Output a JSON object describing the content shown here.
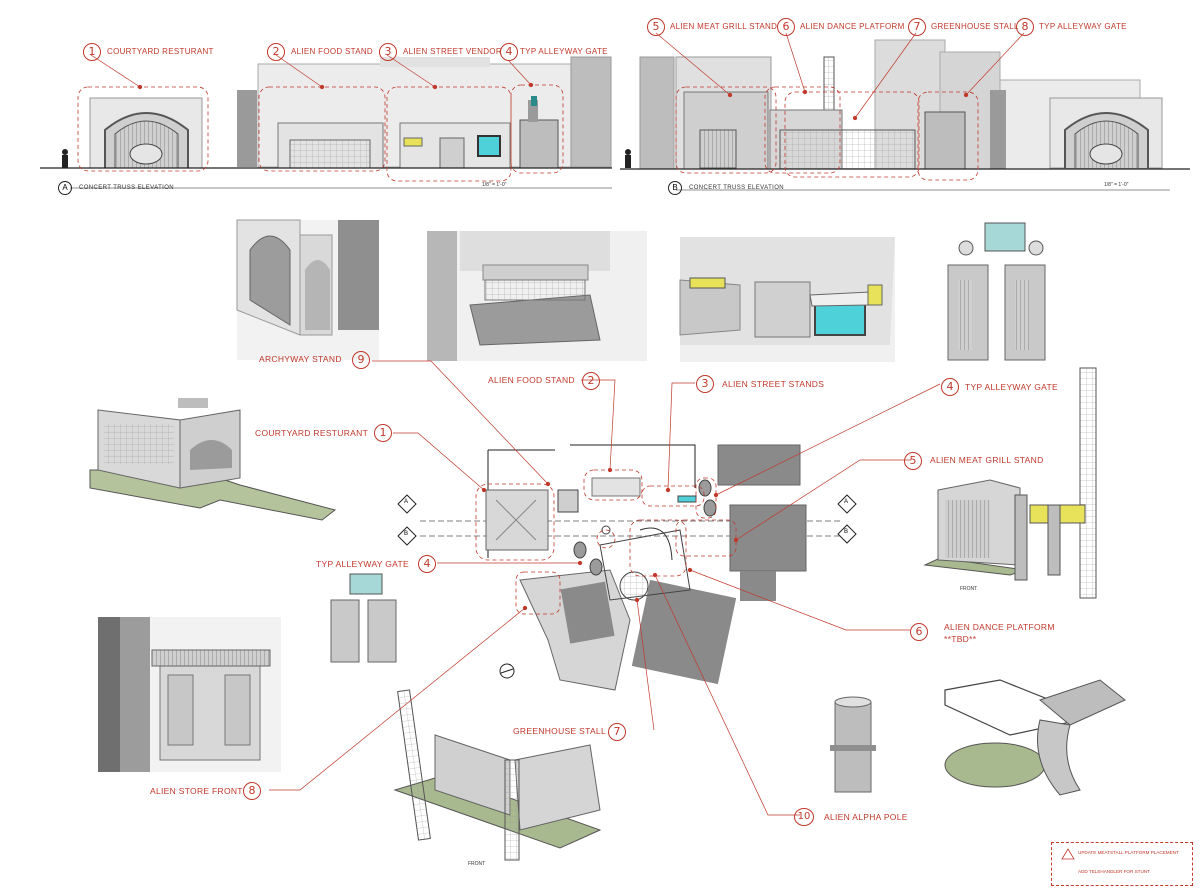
{
  "elevation_a": {
    "caption": "CONCERT TRUSS ELEVATION",
    "marker": "A",
    "scale": "1/8\" = 1'-0\"",
    "callouts": [
      {
        "num": "1",
        "label": "COURTYARD RESTURANT"
      },
      {
        "num": "2",
        "label": "ALIEN FOOD STAND"
      },
      {
        "num": "3",
        "label": "ALIEN STREET VENDOR"
      },
      {
        "num": "4",
        "label": "TYP ALLEYWAY GATE"
      }
    ]
  },
  "elevation_b": {
    "caption": "CONCERT TRUSS ELEVATION",
    "marker": "B",
    "scale": "1/8\" = 1'-0\"",
    "callouts": [
      {
        "num": "5",
        "label": "ALIEN MEAT GRILL STAND"
      },
      {
        "num": "6",
        "label": "ALIEN DANCE PLATFORM"
      },
      {
        "num": "7",
        "label": "GREENHOUSE STALL"
      },
      {
        "num": "8",
        "label": "TYP ALLEYWAY GATE"
      }
    ]
  },
  "plan_callouts": [
    {
      "num": "9",
      "label": "ARCHYWAY STAND"
    },
    {
      "num": "2",
      "label": "ALIEN FOOD STAND"
    },
    {
      "num": "3",
      "label": "ALIEN STREET STANDS"
    },
    {
      "num": "4",
      "label": "TYP ALLEYWAY GATE"
    },
    {
      "num": "1",
      "label": "COURTYARD RESTURANT"
    },
    {
      "num": "5",
      "label": "ALIEN MEAT GRILL STAND"
    },
    {
      "num": "4",
      "label": "TYP ALLEYWAY GATE"
    },
    {
      "num": "6",
      "label": "ALIEN DANCE PLATFORM",
      "sub": "**TBD**"
    },
    {
      "num": "7",
      "label": "GREENHOUSE STALL"
    },
    {
      "num": "8",
      "label": "ALIEN STORE FRONT"
    },
    {
      "num": "10",
      "label": "ALIEN ALPHA POLE"
    }
  ],
  "section_markers": [
    "A",
    "B"
  ],
  "front_labels": [
    "FRONT",
    "FRONT"
  ],
  "note": {
    "line1": "UPDATE MEATSTALL PLATFORM PLACEMENT",
    "line2": "ADD TELEHANDLER FOR STUNT"
  },
  "colors": {
    "accent": "#c0392b",
    "model_fill": "#d9d9d9",
    "model_dark": "#8c8c8c",
    "floor_green": "#a9b98f",
    "screen_cyan": "#4fd1d9",
    "yellow": "#e8e25a"
  }
}
